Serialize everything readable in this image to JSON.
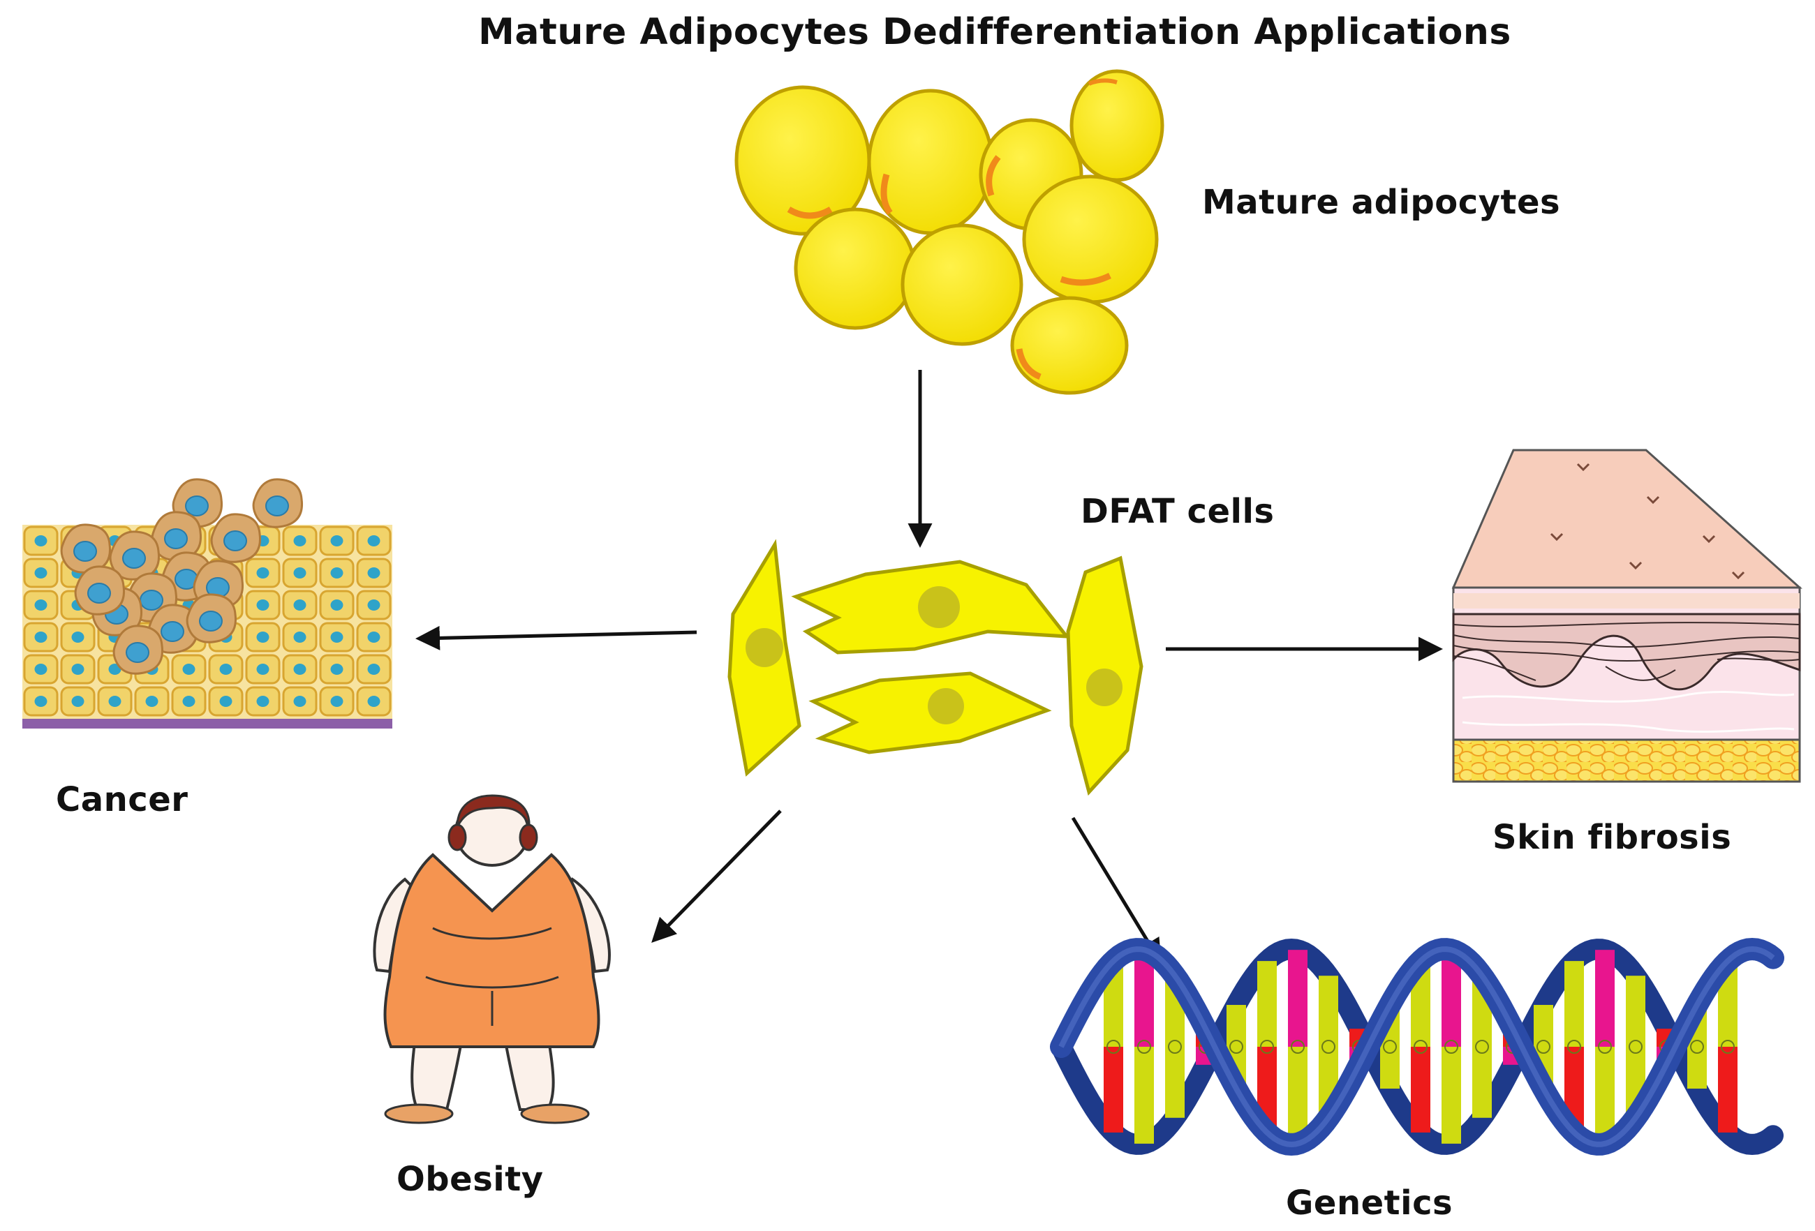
{
  "diagram": {
    "title": "Mature Adipocytes Dedifferentiation Applications",
    "nodes": {
      "mature": {
        "label": "Mature adipocytes",
        "icon": "adipocyte-cluster-icon"
      },
      "dfat": {
        "label": "DFAT cells",
        "icon": "dfat-cells-icon"
      },
      "cancer": {
        "label": "Cancer",
        "icon": "tumor-tissue-icon"
      },
      "skin": {
        "label": "Skin fibrosis",
        "icon": "skin-section-icon"
      },
      "obesity": {
        "label": "Obesity",
        "icon": "obese-person-icon"
      },
      "genetics": {
        "label": "Genetics",
        "icon": "dna-helix-icon"
      }
    },
    "edges": [
      {
        "from": "Mature adipocytes",
        "to": "DFAT cells"
      },
      {
        "from": "DFAT cells",
        "to": "Cancer"
      },
      {
        "from": "DFAT cells",
        "to": "Skin fibrosis"
      },
      {
        "from": "DFAT cells",
        "to": "Obesity"
      },
      {
        "from": "DFAT cells",
        "to": "Genetics"
      }
    ]
  },
  "colors": {
    "adipocyte_fill": "#F5E400",
    "adipocyte_edge": "#C9A000",
    "dfat_fill": "#F7F200",
    "nucleus": "#C9C21A",
    "arrow": "#111111",
    "dna_backbone": "#2B4BA8",
    "dna_red": "#EE1B1B",
    "dna_magenta": "#E8158E",
    "dna_lime": "#CFDB11",
    "skin_top": "#F7CDBB",
    "dermis": "#F7D5E0",
    "fat_layer": "#F7D439",
    "cancer_cell": "#F1D36A",
    "cancer_nucleus": "#2FA3C9",
    "dress": "#F59450"
  }
}
